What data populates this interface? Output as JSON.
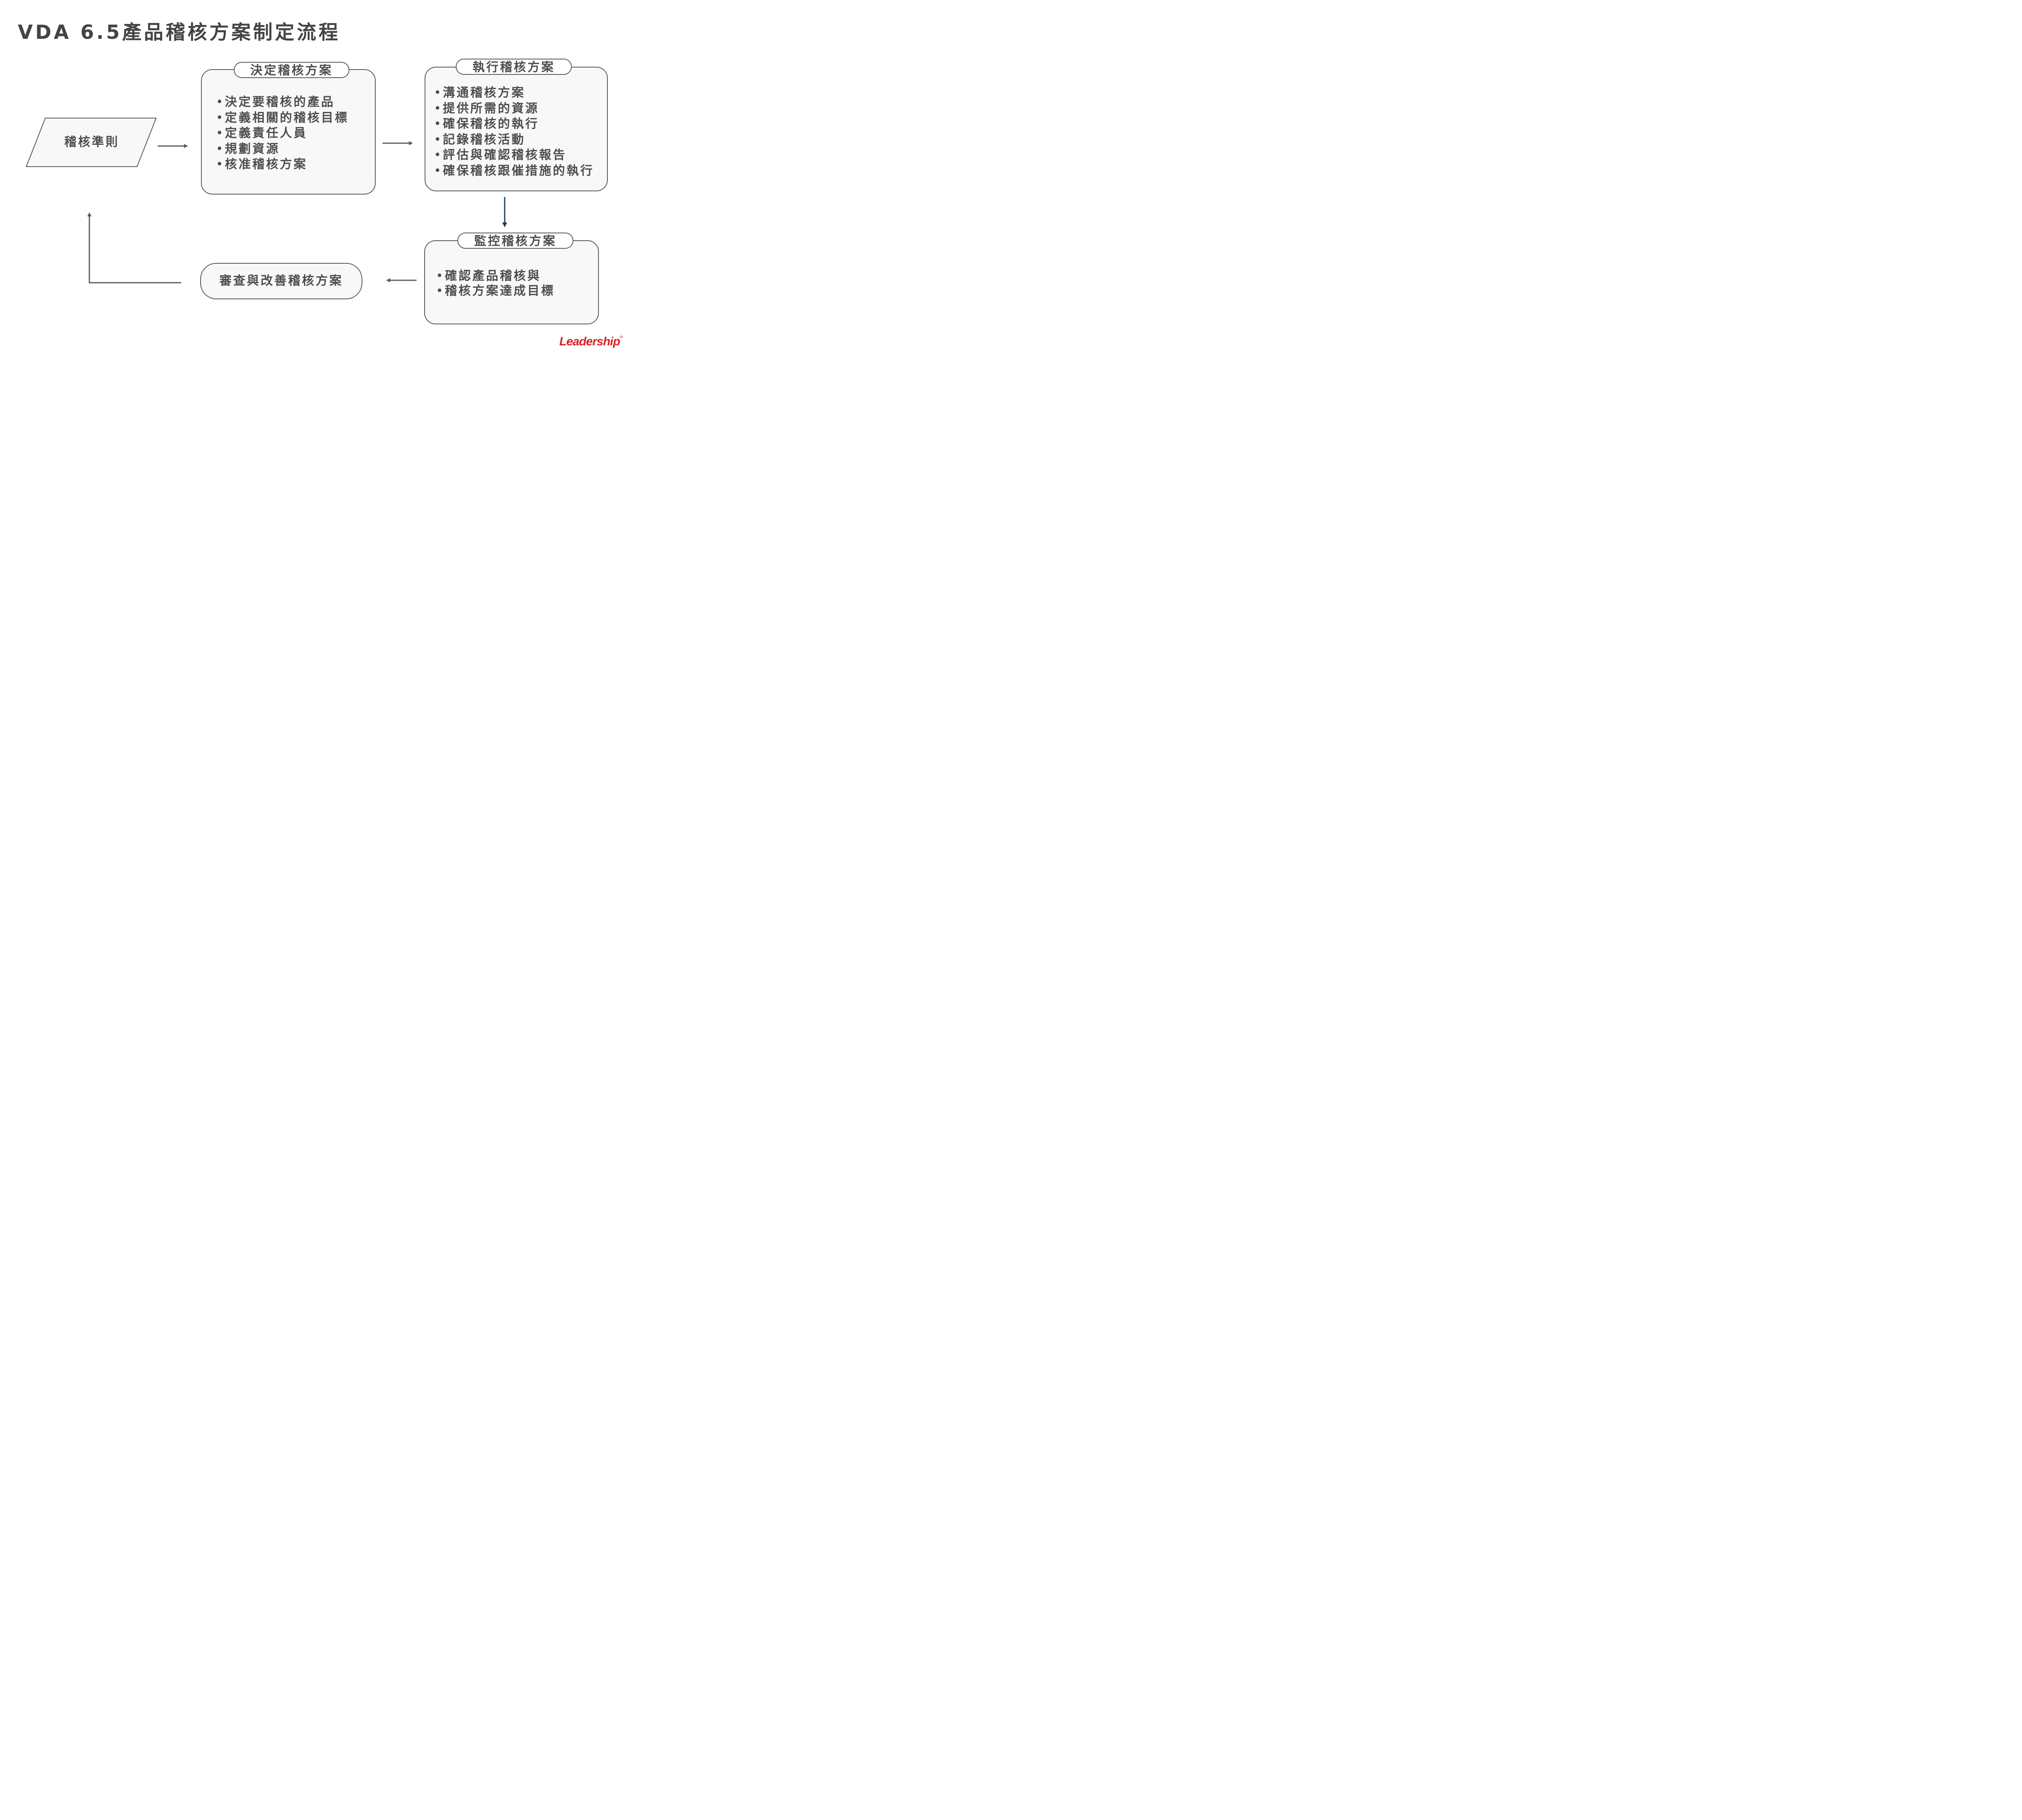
{
  "title": "VDA 6.5產品稽核方案制定流程",
  "criteria": {
    "label": "稽核準則"
  },
  "decide": {
    "header": "決定稽核方案",
    "items": [
      "決定要稽核的產品",
      "定義相關的稽核目標",
      "定義責任人員",
      "規劃資源",
      "核准稽核方案"
    ]
  },
  "execute": {
    "header": "執行稽核方案",
    "items": [
      "溝通稽核方案",
      "提供所需的資源",
      "確保稽核的執行",
      "記錄稽核活動",
      "評估與確認稽核報告",
      "確保稽核跟催措施的執行"
    ]
  },
  "monitor": {
    "header": "監控稽核方案",
    "items": [
      "確認產品稽核與",
      "稽核方案達成目標"
    ]
  },
  "review": {
    "label": "審查與改善稽核方案"
  },
  "logo": {
    "text": "Leadership",
    "mark": "®"
  },
  "colors": {
    "stroke": "#595959",
    "box_fill": "#f8f8f8",
    "down_arrow": "#1f3a5a",
    "logo": "#d8232a"
  }
}
